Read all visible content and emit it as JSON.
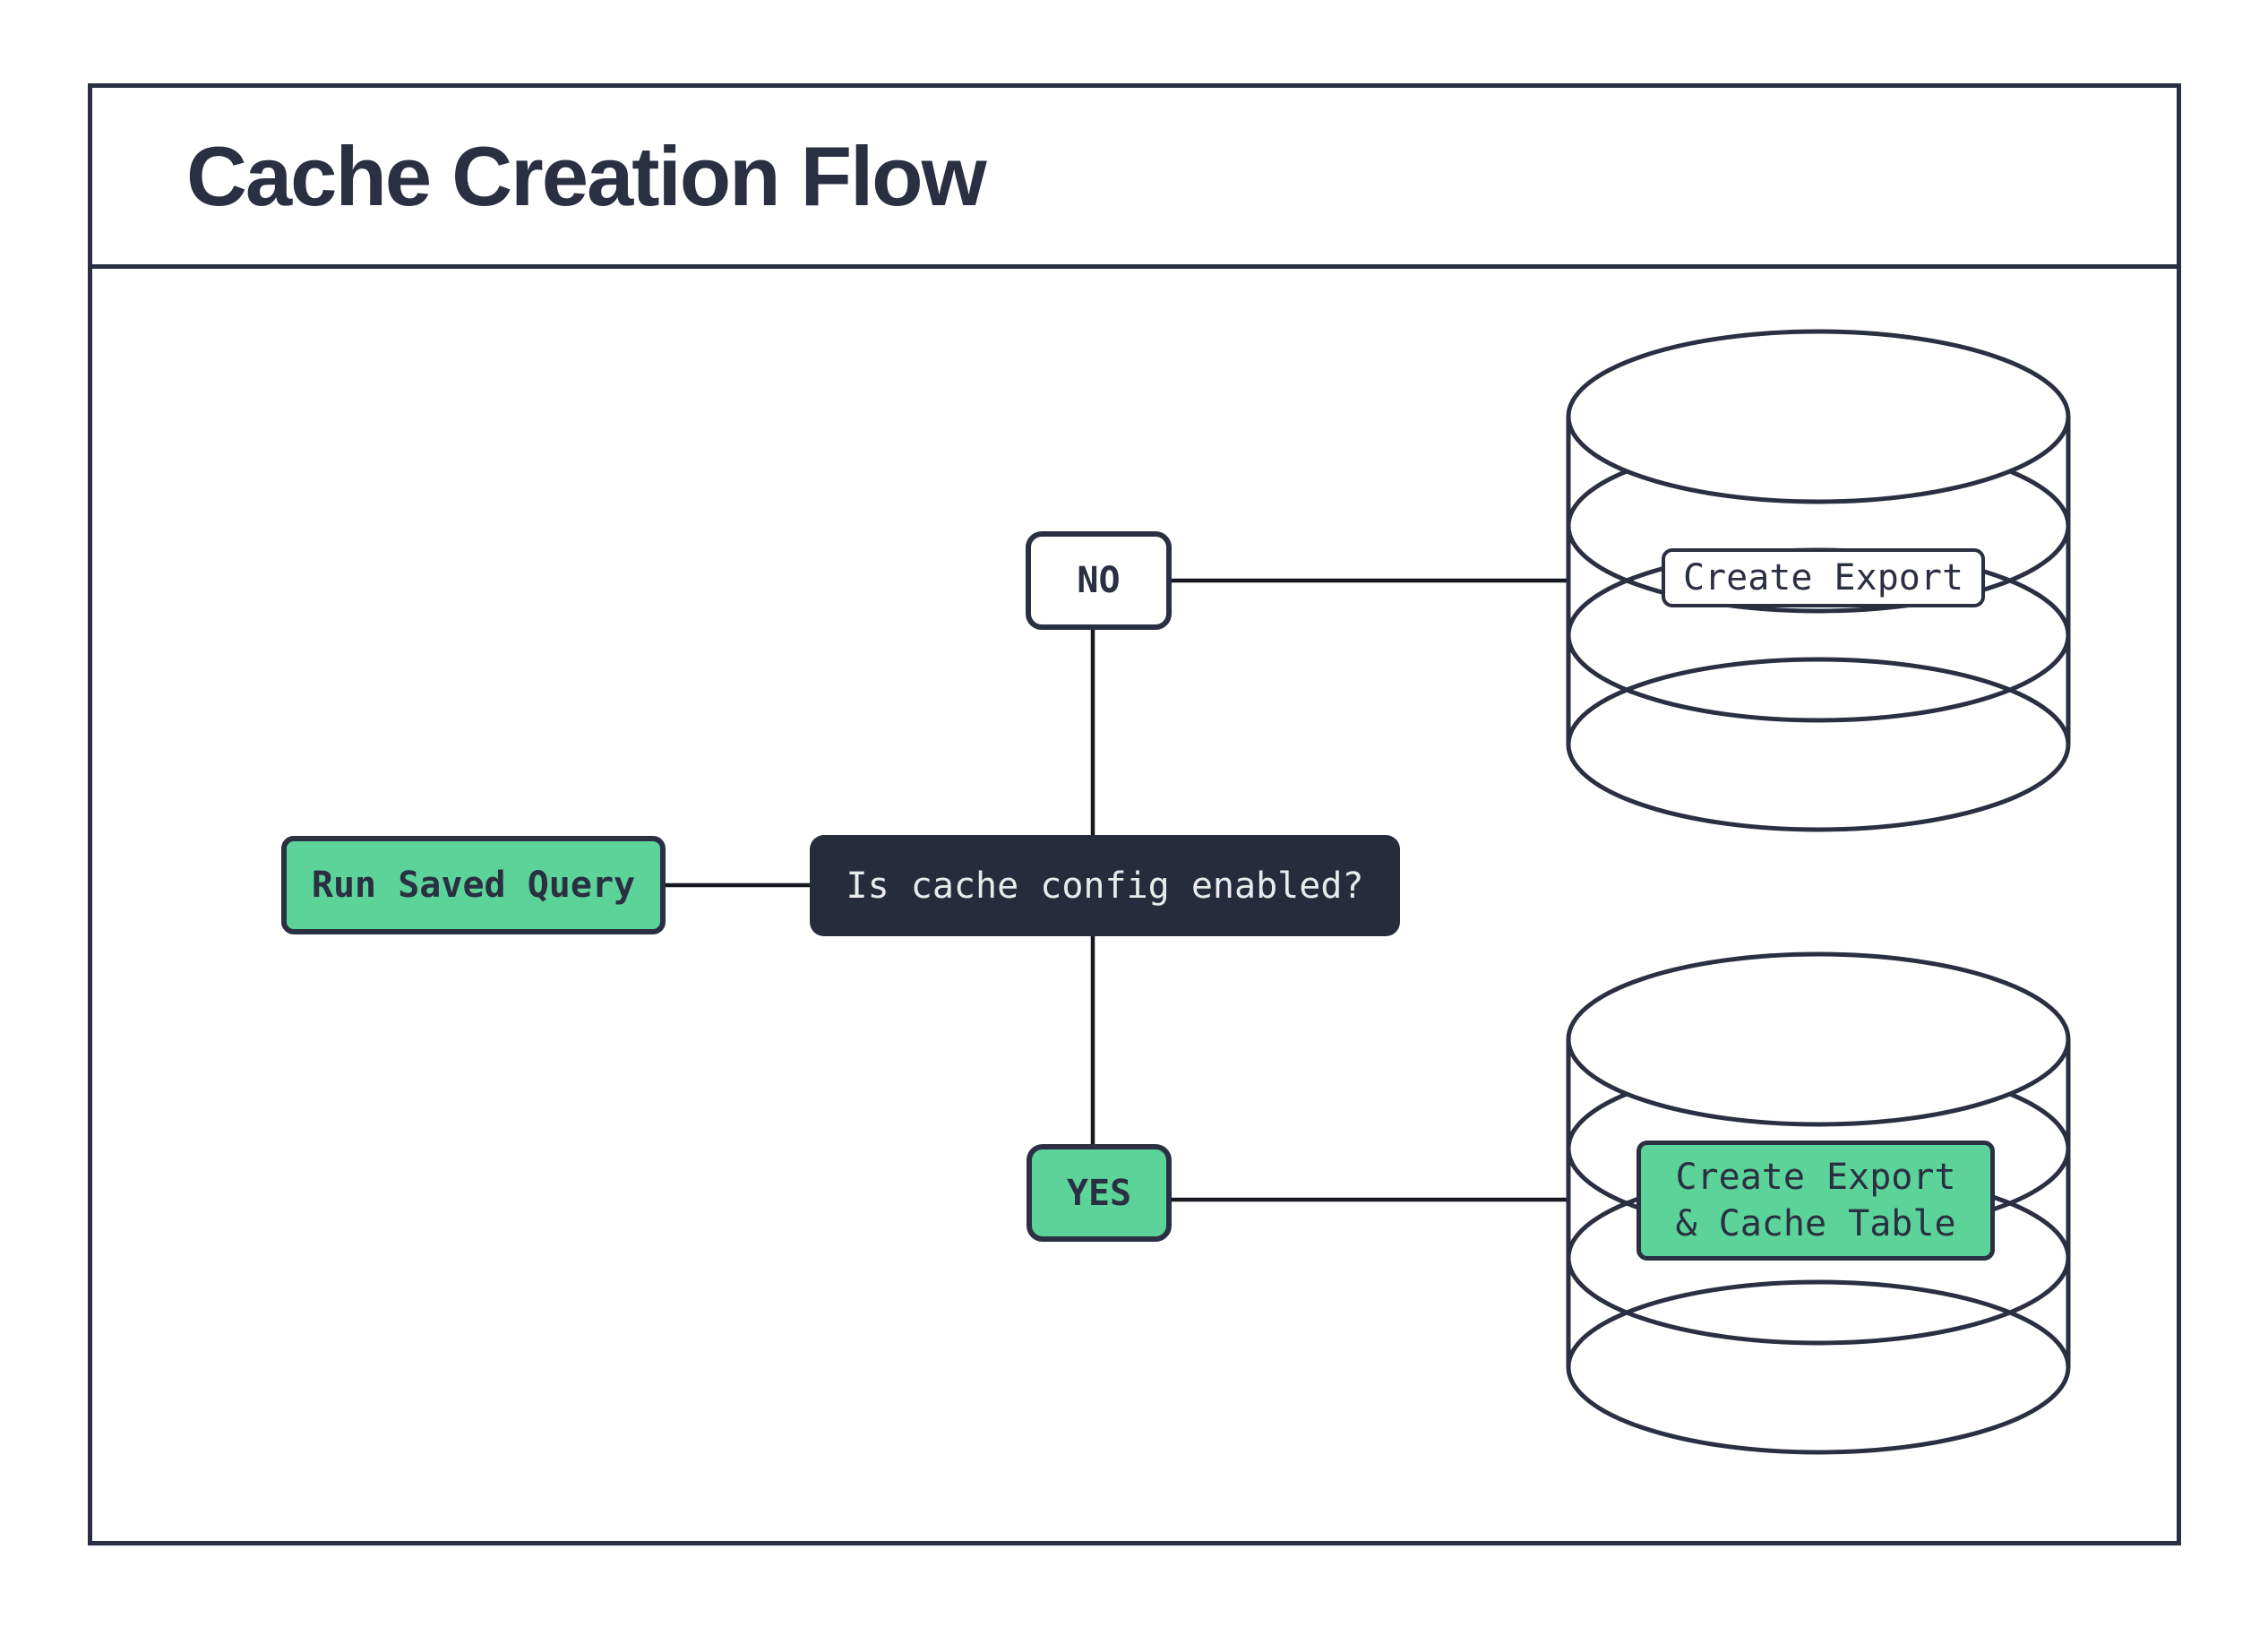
{
  "title": "Cache Creation Flow",
  "colors": {
    "ink": "#2a2f42",
    "green": "#5cd398",
    "decision_bg": "#272c3d",
    "decision_text": "#e9eaec",
    "connector": "#15181f",
    "background": "#ffffff"
  },
  "nodes": {
    "start": {
      "label": "Run Saved Query"
    },
    "decision": {
      "label": "Is cache config enabled?"
    },
    "branch_no": {
      "label": "NO"
    },
    "branch_yes": {
      "label": "YES"
    },
    "no_result": {
      "label": "Create Export"
    },
    "yes_result": {
      "label_line1": "Create Export",
      "label_line2": "& Cache Table"
    }
  },
  "shapes": {
    "database_top": "database-cylinder",
    "database_bottom": "database-cylinder"
  }
}
